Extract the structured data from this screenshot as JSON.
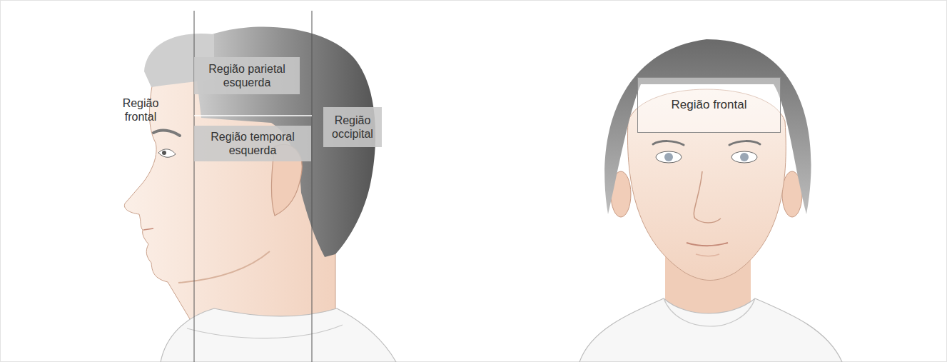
{
  "diagram": {
    "nodes": [
      {
        "text": [
          "Região parietal esquerda"
        ]
      },
      {
        "text": [
          "Região temporal esquerda"
        ]
      },
      {
        "text": [
          "Região occipital"
        ]
      },
      {
        "text": [
          "Região frontal"
        ]
      }
    ],
    "labels": [
      "Região frontal"
    ]
  }
}
